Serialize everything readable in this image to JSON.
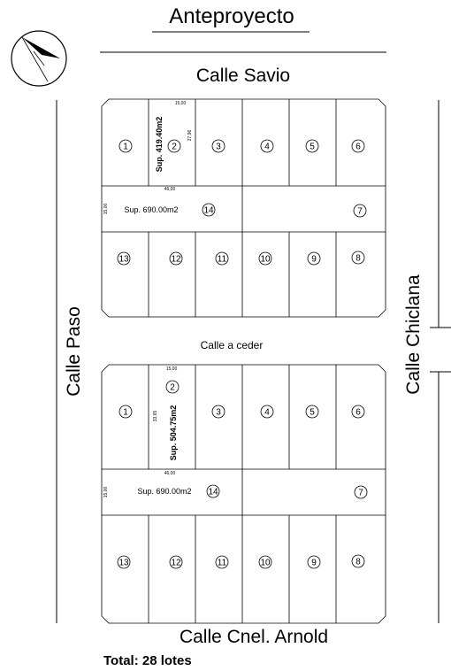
{
  "title": "Anteproyecto",
  "streets": {
    "top": "Calle Savio",
    "bottom": "Calle Cnel. Arnold",
    "left": "Calle Paso",
    "right": "Calle Chiclana",
    "middle": "Calle a ceder"
  },
  "total": "Total: 28 lotes",
  "block_top": {
    "row1": [
      "1",
      "2",
      "3",
      "4",
      "5",
      "6"
    ],
    "row3": [
      "13",
      "12",
      "11",
      "10",
      "9",
      "8"
    ],
    "lot2_area": "Sup. 419.40m2",
    "lot2_width": "15,00",
    "lot2_depth": "27,96",
    "lot14": "14",
    "lot14_area": "Sup. 690.00m2",
    "lot14_width": "46,00",
    "lot14_depth": "15,00",
    "lot7": "7"
  },
  "block_bottom": {
    "row1": [
      "1",
      "2",
      "3",
      "4",
      "5",
      "6"
    ],
    "row3": [
      "13",
      "12",
      "11",
      "10",
      "9",
      "8"
    ],
    "lot2_area": "Sup. 504.75m2",
    "lot2_width": "15,00",
    "lot2_depth": "33,65",
    "lot14": "14",
    "lot14_area": "Sup. 690.00m2",
    "lot14_width": "46,00",
    "lot14_depth": "15,00",
    "lot7": "7"
  }
}
